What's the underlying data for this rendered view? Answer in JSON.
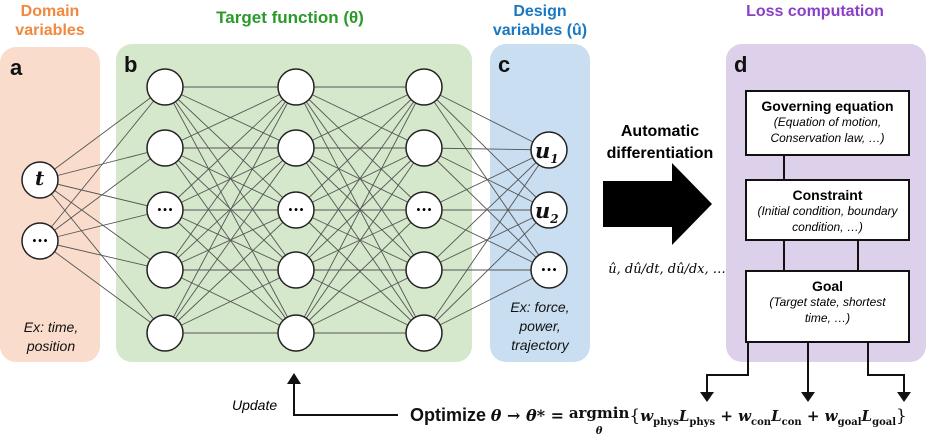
{
  "headers": {
    "domain": "Domain variables",
    "target": "Target function (θ)",
    "design": "Design variables (û)",
    "loss": "Loss computation"
  },
  "panel_letters": {
    "a": "a",
    "b": "b",
    "c": "c",
    "d": "d"
  },
  "nodes": {
    "domain_t": "t",
    "ellipsis": "···",
    "u1": "u",
    "u1_sub": "1",
    "u2": "u",
    "u2_sub": "2"
  },
  "examples": {
    "domain": "Ex: time, position",
    "design": "Ex: force, power, trajectory"
  },
  "autodiff": {
    "label": "Automatic differentiation",
    "derivatives": "û, dû/dt, dû/dx, …"
  },
  "loss_boxes": [
    {
      "title": "Governing equation",
      "sub": "(Equation of motion, Conservation law, …)"
    },
    {
      "title": "Constraint",
      "sub": "(Initial condition, boundary condition, …)"
    },
    {
      "title": "Goal",
      "sub": "(Target state, shortest time, …)"
    }
  ],
  "update_label": "Update",
  "optimize": {
    "word": "Optimize",
    "expr": "θ → θ* = argmin{ w_phys L_phys + w_con L_con + w_goal L_goal }",
    "argmin": "argmin",
    "argmin_sub": "θ",
    "theta_map": "θ → θ* =",
    "w_phys": "w",
    "w_phys_sub": "phys",
    "L_phys": "L",
    "L_phys_sub": "phys",
    "w_con": "w",
    "w_con_sub": "con",
    "L_con": "L",
    "L_con_sub": "con",
    "w_goal": "w",
    "w_goal_sub": "goal",
    "L_goal": "L",
    "L_goal_sub": "goal"
  },
  "colors": {
    "domain_bg": "#f9dccb",
    "domain_text": "#f0883e",
    "target_bg": "#d5e8cb",
    "target_text": "#2a9a2a",
    "design_bg": "#c9def0",
    "design_text": "#1a78c2",
    "loss_bg": "#ddd0ea",
    "loss_text": "#8a3fc8"
  }
}
